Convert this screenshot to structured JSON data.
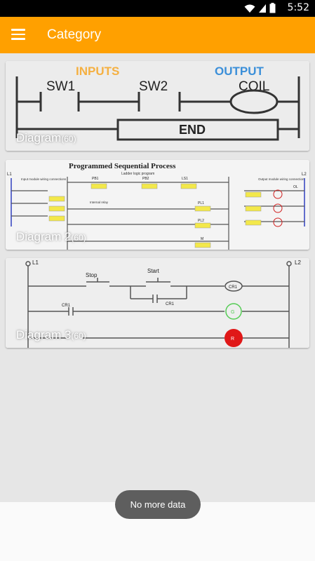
{
  "status_bar": {
    "time": "5:52"
  },
  "app_bar": {
    "title": "Category"
  },
  "categories": [
    {
      "name": "Diagram",
      "count": "(60)",
      "image_text": {
        "inputs": "INPUTS",
        "output": "OUTPUT",
        "sw1": "SW1",
        "sw2": "SW2",
        "coil": "COIL",
        "end": "END"
      }
    },
    {
      "name": "Diagram 2",
      "count": "(60)",
      "image_text": {
        "title": "Programmed Sequential Process",
        "subtitle": "Ladder logic program",
        "l1": "L1",
        "l2": "L2",
        "input_module": "Input module wiring connections",
        "output_module": "Output module wiring connection",
        "pb1": "PB1",
        "pb2": "PB2",
        "ls1": "LS1",
        "internal_relay": "Internal relay",
        "pl1": "PL1",
        "pl2": "PL2",
        "ol": "OL",
        "m": "M"
      }
    },
    {
      "name": "Diagram 3",
      "count": "(60)",
      "image_text": {
        "l1": "L1",
        "l2": "L2",
        "stop": "Stop",
        "start": "Start",
        "cr1": "CR1",
        "g": "G",
        "r": "R"
      }
    }
  ],
  "toast": {
    "message": "No more data"
  },
  "colors": {
    "app_bar": "#ffa000",
    "inputs_text": "#f5b041",
    "output_text": "#3b8fd9",
    "lamp_green": "#55cc55",
    "lamp_red": "#e01818"
  },
  "icons": {
    "menu": "hamburger-menu-icon",
    "wifi": "wifi-icon",
    "signal": "cell-signal-icon",
    "battery": "battery-icon"
  }
}
